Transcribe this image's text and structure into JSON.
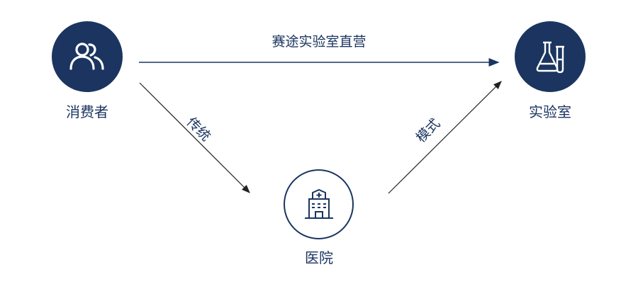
{
  "nodes": {
    "consumer": {
      "label": "消费者",
      "icon": "users-icon"
    },
    "lab": {
      "label": "实验室",
      "icon": "lab-flask-icon"
    },
    "hospital": {
      "label": "医院",
      "icon": "hospital-icon"
    }
  },
  "edges": {
    "direct": {
      "label": "赛途实验室直营"
    },
    "traditional": {
      "label": "传统"
    },
    "model": {
      "label": "模式"
    }
  },
  "colors": {
    "primary": "#1b3560",
    "arrow": "#222222"
  }
}
